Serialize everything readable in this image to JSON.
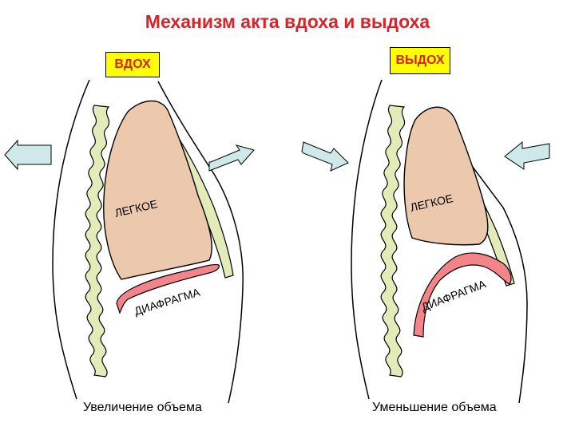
{
  "title": "Механизм акта вдоха и выдоха",
  "panels": {
    "inhale": {
      "header": "ВДОХ",
      "lung_label": "ЛЕГКОЕ",
      "diaphragm_label": "ДИАФРАГМА",
      "caption": "Увеличение объема"
    },
    "exhale": {
      "header": "ВЫДОХ",
      "lung_label": "ЛЕГКОЕ",
      "diaphragm_label": "ДИАФРАГМА",
      "caption": "Уменьшение объема"
    }
  },
  "colors": {
    "title": "#d8232a",
    "header_bg": "#ffff00",
    "lung": "#ecc9ad",
    "bone": "#e3ecb8",
    "diaphragm": "#f3858a",
    "arrow": "#cfe8ea"
  }
}
